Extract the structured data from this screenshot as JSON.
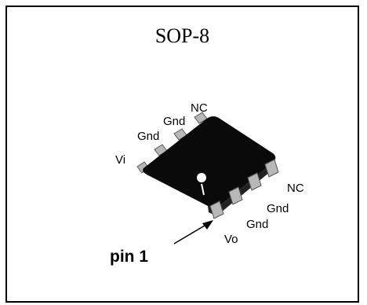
{
  "title": "SOP-8",
  "labels": {
    "nc_top": "NC",
    "gnd_top2": "Gnd",
    "gnd_top1": "Gnd",
    "vi": "Vi",
    "nc_bottom": "NC",
    "gnd_bottom2": "Gnd",
    "gnd_bottom1": "Gnd",
    "vo": "Vo",
    "pin1": "pin 1"
  },
  "colors": {
    "package": "#0a0a0a",
    "pin": "#b8b8b8",
    "dot": "#ffffff"
  }
}
